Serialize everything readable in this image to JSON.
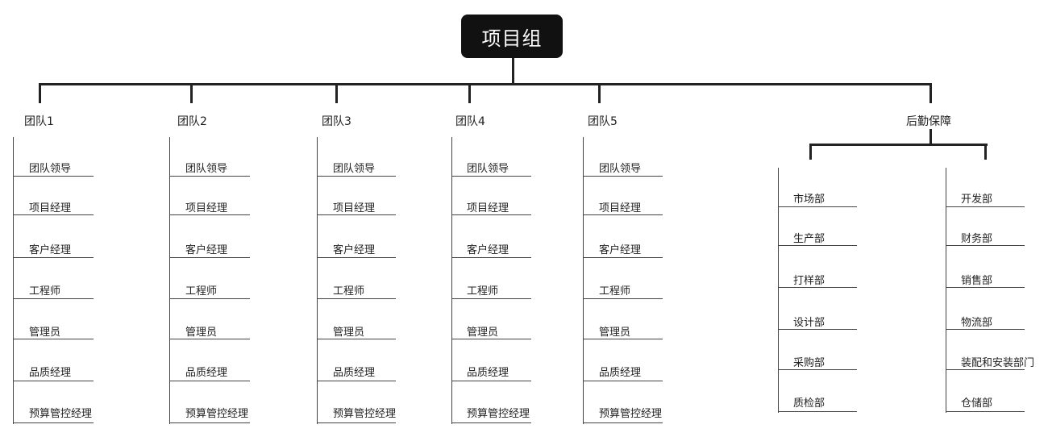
{
  "root": {
    "label": "项目组"
  },
  "teams": [
    {
      "title": "团队1",
      "items": [
        "团队领导",
        "项目经理",
        "客户经理",
        "工程师",
        "管理员",
        "品质经理",
        "预算管控经理"
      ]
    },
    {
      "title": "团队2",
      "items": [
        "团队领导",
        "项目经理",
        "客户经理",
        "工程师",
        "管理员",
        "品质经理",
        "预算管控经理"
      ]
    },
    {
      "title": "团队3",
      "items": [
        "团队领导",
        "项目经理",
        "客户经理",
        "工程师",
        "管理员",
        "品质经理",
        "预算管控经理"
      ]
    },
    {
      "title": "团队4",
      "items": [
        "团队领导",
        "项目经理",
        "客户经理",
        "工程师",
        "管理员",
        "品质经理",
        "预算管控经理"
      ]
    },
    {
      "title": "团队5",
      "items": [
        "团队领导",
        "项目经理",
        "客户经理",
        "工程师",
        "管理员",
        "品质经理",
        "预算管控经理"
      ]
    }
  ],
  "logistics": {
    "title": "后勤保障",
    "left_items": [
      "市场部",
      "生产部",
      "打样部",
      "设计部",
      "采购部",
      "质检部"
    ],
    "right_items": [
      "开发部",
      "财务部",
      "销售部",
      "物流部",
      "装配和安装部门",
      "仓储部"
    ]
  }
}
